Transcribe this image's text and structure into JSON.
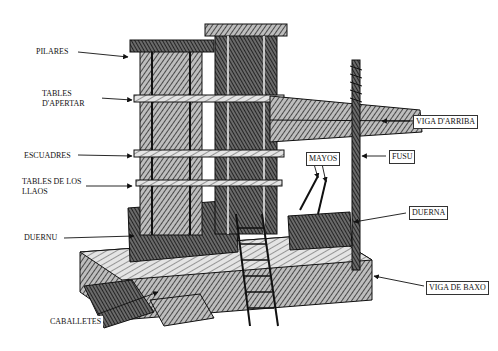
{
  "diagram": {
    "labels": [
      "PILARES",
      "TABLES D'APERTAR",
      "VIGA D'ARRIBA",
      "ESCUADRES",
      "MAYOS",
      "FUSU",
      "TABLES DE LOS LLAOS",
      "DUERNA",
      "DUERNU",
      "VIGA DE BAXO",
      "CABALLETES"
    ]
  }
}
